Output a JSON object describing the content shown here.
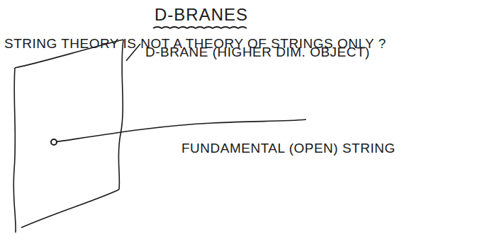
{
  "diagram": {
    "title": "D-BRANES",
    "labels": [
      "STRING THEORY IS NOT A THEORY OF STRINGS ONLY ?",
      "D-BRANE (HIGHER DIM. OBJECT)",
      "FUNDAMENTAL (OPEN) STRING"
    ]
  }
}
